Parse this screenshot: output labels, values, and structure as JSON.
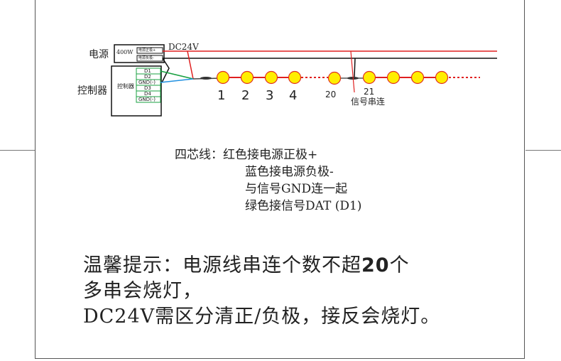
{
  "diagram": {
    "power_label": "电源",
    "power_watt": "400W",
    "power_pos": "电源正极+",
    "power_neg": "电源负极-",
    "voltage": "DC24V",
    "controller_label": "控制器",
    "controller_inner": "控制器",
    "terminals": [
      "D1",
      "D2",
      "GND(-)",
      "D3",
      "D4",
      "GND(-)"
    ],
    "led_numbers": [
      "1",
      "2",
      "3",
      "4",
      "20",
      "21"
    ],
    "signal_label": "信号串连",
    "colors": {
      "led_fill": "#ffee00",
      "led_stroke": "#e03020",
      "red": "#e02020",
      "green": "#18a040",
      "blue": "#2090e0"
    }
  },
  "wiring_note": {
    "title": "四芯线：",
    "lines": [
      "红色接电源正极+",
      "蓝色接电源负极-",
      "与信号GND连一起",
      "绿色接信号DAT (D1)"
    ]
  },
  "tip": {
    "line1_prefix": "温馨提示：电源线串连个数不超",
    "line1_number": "20",
    "line1_suffix": "个",
    "line2": "多串会烧灯，",
    "line3": "DC24V需区分清正/负极，接反会烧灯。"
  }
}
